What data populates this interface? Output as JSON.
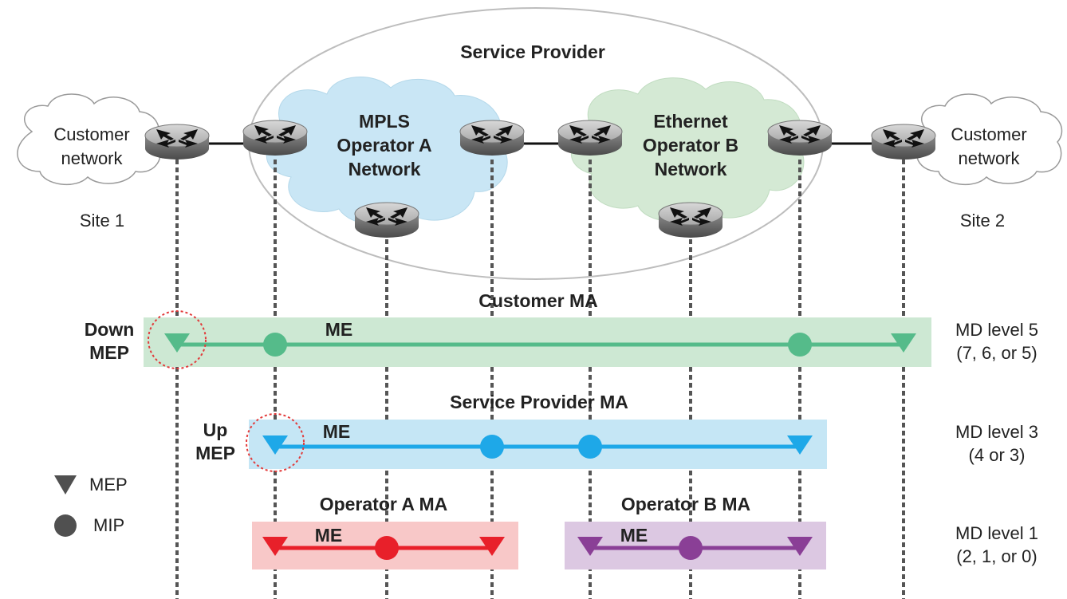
{
  "clouds": {
    "service_provider": "Service Provider",
    "customer_left": [
      "Customer",
      "network"
    ],
    "customer_right": [
      "Customer",
      "network"
    ],
    "operator_a": [
      "MPLS",
      "Operator A",
      "Network"
    ],
    "operator_b": [
      "Ethernet",
      "Operator B",
      "Network"
    ]
  },
  "sites": {
    "left": "Site 1",
    "right": "Site 2"
  },
  "bands": {
    "customer": {
      "title": "Customer MA",
      "me": "ME",
      "level": "MD level 5",
      "range": "(7, 6, or 5)"
    },
    "provider": {
      "title": "Service Provider MA",
      "me": "ME",
      "level": "MD level 3",
      "range": "(4 or 3)"
    },
    "operators": {
      "a_title": "Operator A MA",
      "a_me": "ME",
      "b_title": "Operator B MA",
      "b_me": "ME",
      "level": "MD level 1",
      "range": "(2, 1, or 0)"
    }
  },
  "callouts": {
    "down_mep": [
      "Down",
      "MEP"
    ],
    "up_mep": [
      "Up",
      "MEP"
    ]
  },
  "legend": {
    "mep": "MEP",
    "mip": "MIP"
  },
  "colors": {
    "customer_line": "#55bb8a",
    "customer_band": "#cde8d3",
    "provider_line": "#1ea8e8",
    "provider_band": "#c5e6f5",
    "op_a_line": "#e8202a",
    "op_a_band": "#f8c8c8",
    "op_b_line": "#8a3f96",
    "op_b_band": "#dcc8e2",
    "cloud_a": "#c9e6f5",
    "cloud_b": "#d4e9d4",
    "callout": "#e23b3b"
  }
}
